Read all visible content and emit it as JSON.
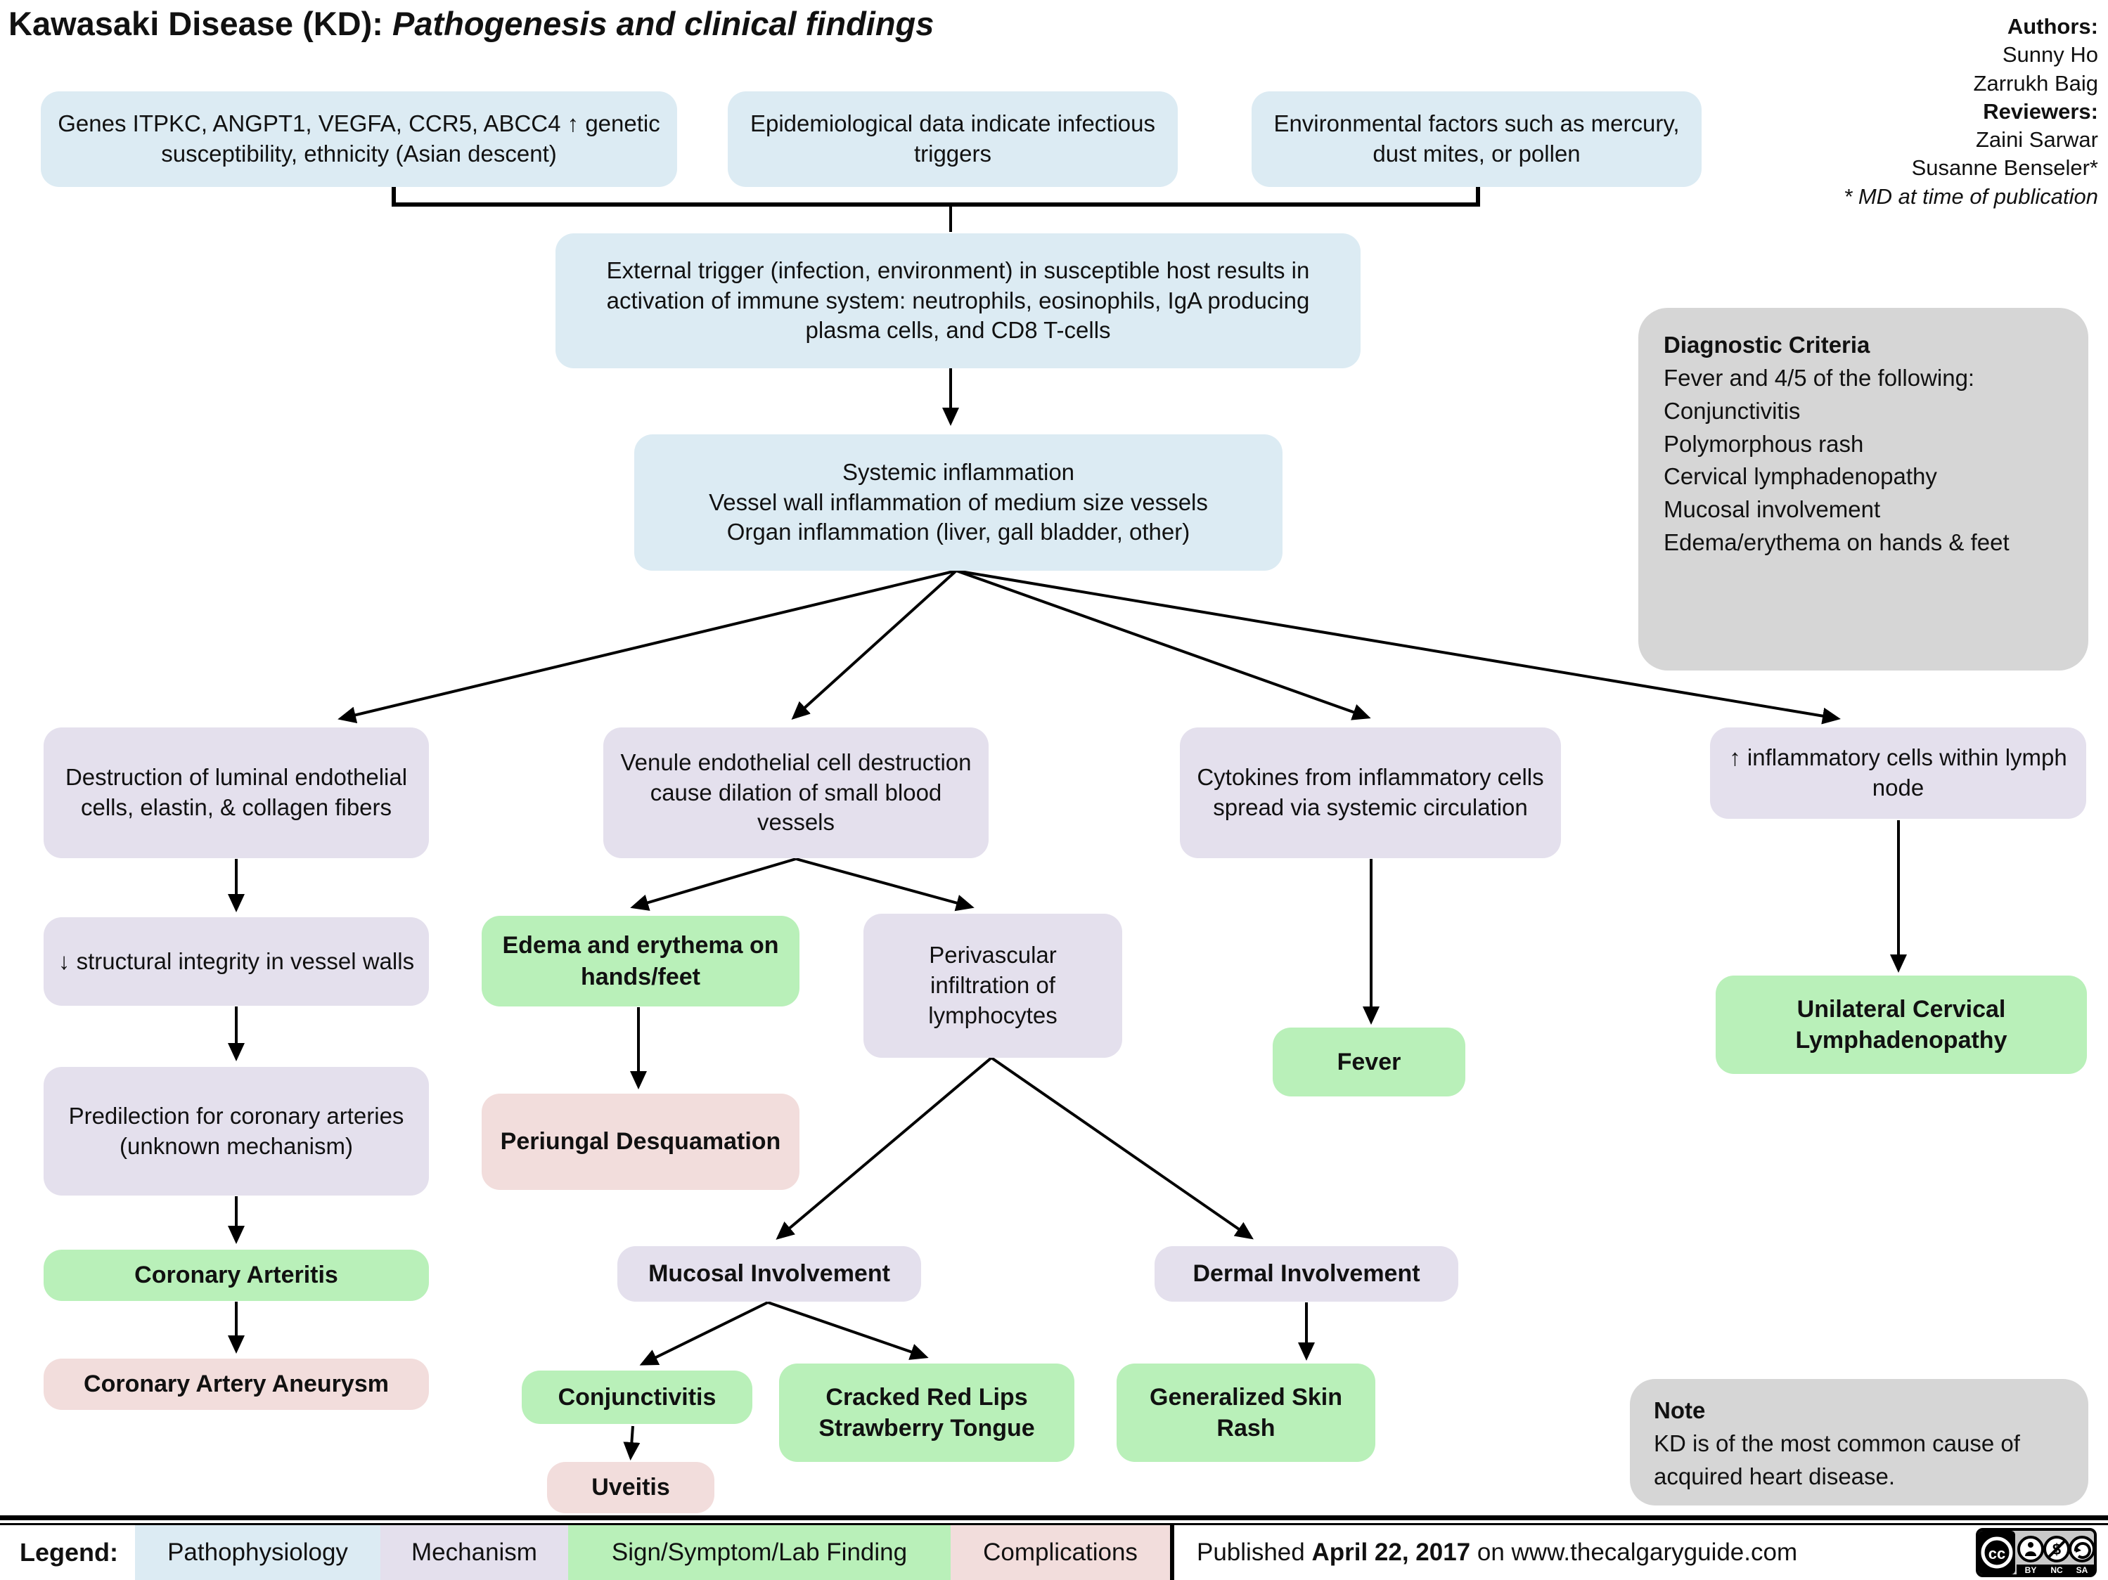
{
  "title": {
    "main": "Kawasaki Disease (KD): ",
    "sub": "Pathogenesis and clinical findings"
  },
  "credits": {
    "authors_label": "Authors:",
    "author1": "Sunny Ho",
    "author2": "Zarrukh Baig",
    "reviewers_label": "Reviewers:",
    "reviewer1": "Zaini Sarwar",
    "reviewer2": "Susanne Benseler*",
    "footnote": "* MD at time of publication"
  },
  "boxes": {
    "genes": "Genes ITPKC, ANGPT1, VEGFA, CCR5, ABCC4 ↑ genetic susceptibility, ethnicity (Asian descent)",
    "epidemiological": "Epidemiological data indicate infectious triggers",
    "environmental": "Environmental factors such as mercury, dust mites, or pollen",
    "external_trigger": "External trigger (infection, environment) in susceptible host results in activation of immune system: neutrophils, eosinophils, IgA producing plasma cells, and CD8 T-cells",
    "systemic_line1": "Systemic inflammation",
    "systemic_line2": "Vessel wall inflammation of medium size vessels",
    "systemic_line3": "Organ inflammation (liver, gall bladder, other)",
    "destruction": "Destruction of luminal endothelial cells, elastin, & collagen fibers",
    "venule": "Venule endothelial cell destruction cause dilation of small blood vessels",
    "cytokines": "Cytokines from inflammatory cells spread via systemic circulation",
    "lymph_cells": "↑ inflammatory cells within lymph node",
    "structural_integrity": "↓ structural integrity in vessel walls",
    "predilection": "Predilection for coronary arteries (unknown mechanism)",
    "coronary_arteritis": "Coronary Arteritis",
    "coronary_aneurysm": "Coronary Artery Aneurysm",
    "edema_erythema": "Edema and erythema on hands/feet",
    "periungal": "Periungal Desquamation",
    "perivascular": "Perivascular infiltration of lymphocytes",
    "mucosal": "Mucosal Involvement",
    "dermal": "Dermal Involvement",
    "conjunctivitis": "Conjunctivitis",
    "cracked_line1": "Cracked Red Lips",
    "cracked_line2": "Strawberry Tongue",
    "skin_rash": "Generalized Skin Rash",
    "uveitis": "Uveitis",
    "fever": "Fever",
    "unilateral": "Unilateral Cervical Lymphadenopathy"
  },
  "diagnostic": {
    "title": "Diagnostic Criteria",
    "line1": "Fever and 4/5 of the following:",
    "line2": "Conjunctivitis",
    "line3": "Polymorphous rash",
    "line4": "Cervical lymphadenopathy",
    "line5": "Mucosal involvement",
    "line6": "Edema/erythema on hands & feet"
  },
  "note": {
    "title": "Note",
    "text": "KD is of the most common cause of acquired heart disease."
  },
  "legend": {
    "label": "Legend:",
    "items": [
      {
        "label": "Pathophysiology",
        "color": "#dcebf3"
      },
      {
        "label": "Mechanism",
        "color": "#e4e0ed"
      },
      {
        "label": "Sign/Symptom/Lab Finding",
        "color": "#b9f0b9"
      },
      {
        "label": "Complications",
        "color": "#f2dddc"
      }
    ],
    "published_prefix": "Published ",
    "published_date": "April 22, 2017",
    "published_suffix": " on www.thecalgaryguide.com",
    "license": {
      "cc": "cc",
      "by": "BY",
      "nc": "NC",
      "sa": "SA"
    }
  },
  "colors": {
    "pathophysiology": "#dcebf3",
    "mechanism": "#e4e0ed",
    "sign_symptom": "#b9f0b9",
    "complications": "#f2dddc",
    "annotation_gray": "#d6d6d6"
  }
}
